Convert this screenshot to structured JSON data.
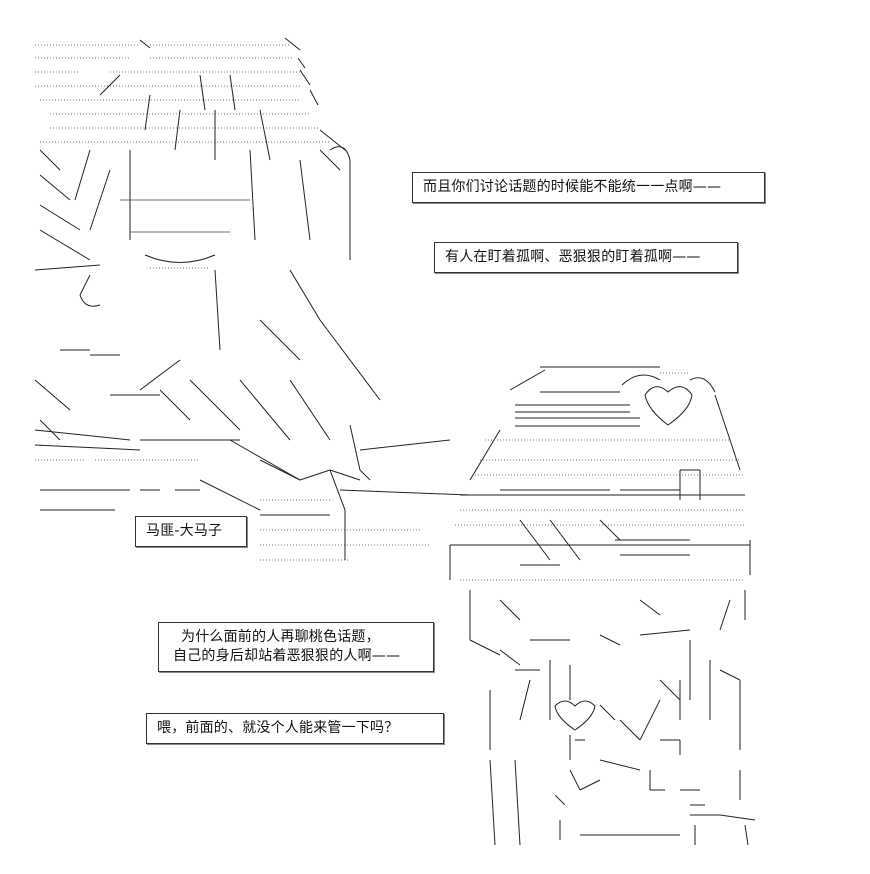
{
  "captions": [
    {
      "lines": [
        "而且你们讨论话题的时候能不能统一一点啊——"
      ]
    },
    {
      "lines": [
        "有人在盯着孤啊、恶狠狠的盯着孤啊——"
      ]
    },
    {
      "lines": [
        "马匪-大马子"
      ]
    },
    {
      "lines": [
        "为什么面前的人再聊桃色话题，",
        "自己的身后却站着恶狠狠的人啊——"
      ]
    },
    {
      "lines": [
        "喂，前面的、就没个人能来管一下吗？"
      ]
    }
  ]
}
